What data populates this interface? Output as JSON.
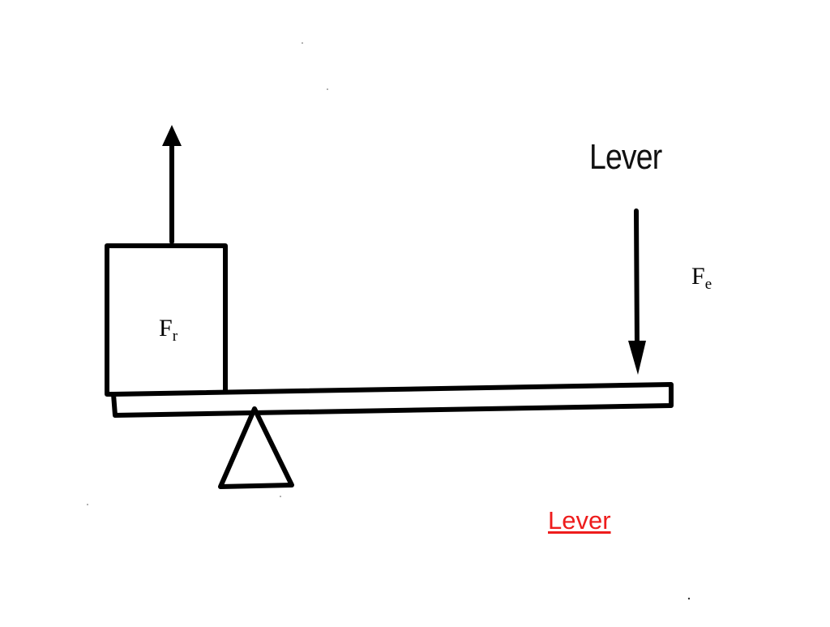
{
  "diagram": {
    "title": "Lever",
    "resistance_force": {
      "symbol": "F",
      "subscript": "r"
    },
    "effort_force": {
      "symbol": "F",
      "subscript": "e"
    }
  },
  "link": {
    "label": "Lever",
    "color": "#ee1c1c"
  },
  "colors": {
    "ink": "#000000",
    "background": "#ffffff"
  }
}
